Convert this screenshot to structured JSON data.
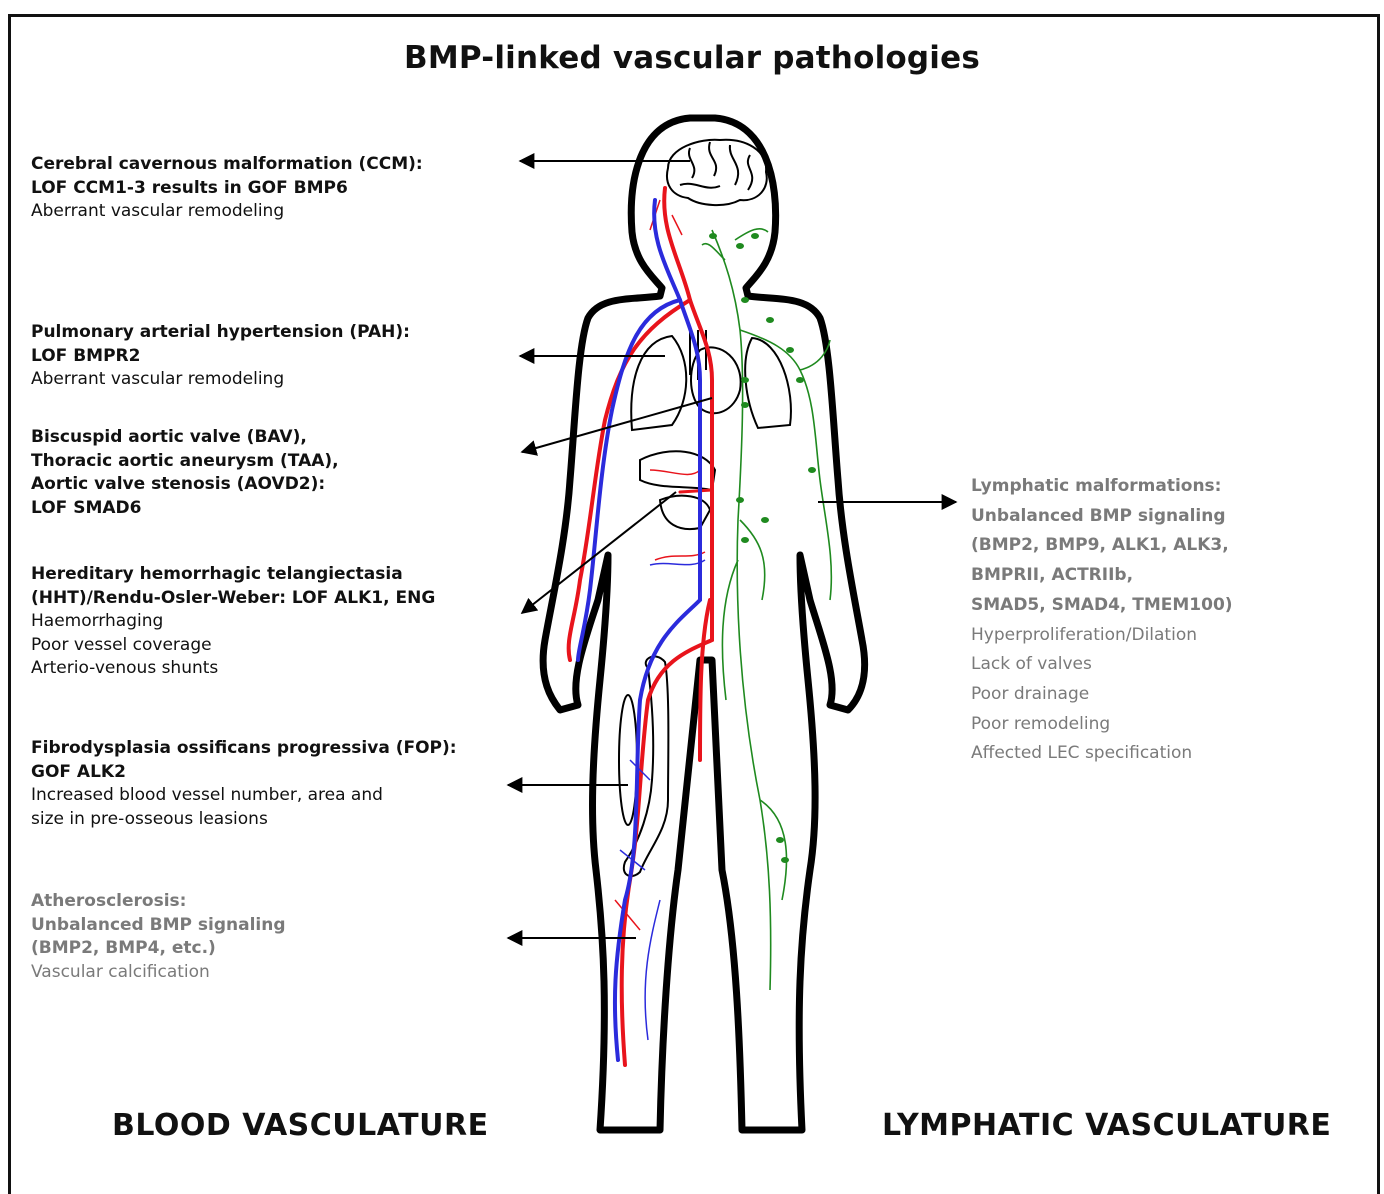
{
  "title": "BMP-linked vascular pathologies",
  "left_annotations": [
    {
      "heading_lines": [
        "Cerebral cavernous malformation (CCM):",
        "LOF CCM1-3 results in GOF BMP6"
      ],
      "details": [
        "Aberrant vascular remodeling"
      ],
      "tone": "black"
    },
    {
      "heading_lines": [
        "Pulmonary arterial hypertension (PAH):",
        "LOF BMPR2"
      ],
      "details": [
        "Aberrant vascular remodeling"
      ],
      "tone": "black"
    },
    {
      "heading_lines": [
        "Biscuspid aortic valve (BAV),",
        "Thoracic aortic aneurysm (TAA),",
        "Aortic valve stenosis (AOVD2):",
        "LOF SMAD6"
      ],
      "details": [],
      "tone": "black"
    },
    {
      "heading_lines": [
        "Hereditary hemorrhagic telangiectasia",
        "(HHT)/Rendu-Osler-Weber: LOF ALK1, ENG"
      ],
      "details": [
        "Haemorrhaging",
        "Poor vessel coverage",
        "Arterio-venous shunts"
      ],
      "tone": "black"
    },
    {
      "heading_lines": [
        "Fibrodysplasia ossificans progressiva (FOP):",
        "GOF ALK2"
      ],
      "details": [
        "Increased blood vessel number, area and",
        "size in pre-osseous leasions"
      ],
      "tone": "black"
    },
    {
      "heading_lines": [
        "Atherosclerosis:",
        "Unbalanced BMP signaling",
        "(BMP2, BMP4, etc.)"
      ],
      "details": [
        "Vascular calcification"
      ],
      "tone": "gray"
    }
  ],
  "right_annotation": {
    "heading_lines": [
      "Lymphatic malformations:",
      "Unbalanced BMP signaling",
      "(BMP2, BMP9, ALK1, ALK3,",
      "BMPRII, ACTRIIb,",
      "SMAD5, SMAD4, TMEM100)"
    ],
    "details": [
      "Hyperproliferation/Dilation",
      "Lack of valves",
      "Poor drainage",
      "Poor remodeling",
      "Affected LEC specification"
    ]
  },
  "footer": {
    "left": "BLOOD VASCULATURE",
    "right": "LYMPHATIC VASCULATURE"
  },
  "colors": {
    "artery": "#e8141c",
    "vein": "#2b2bdc",
    "lymph": "#1f8a1f",
    "gray_text": "#7a7a7a",
    "outline": "#000000"
  }
}
